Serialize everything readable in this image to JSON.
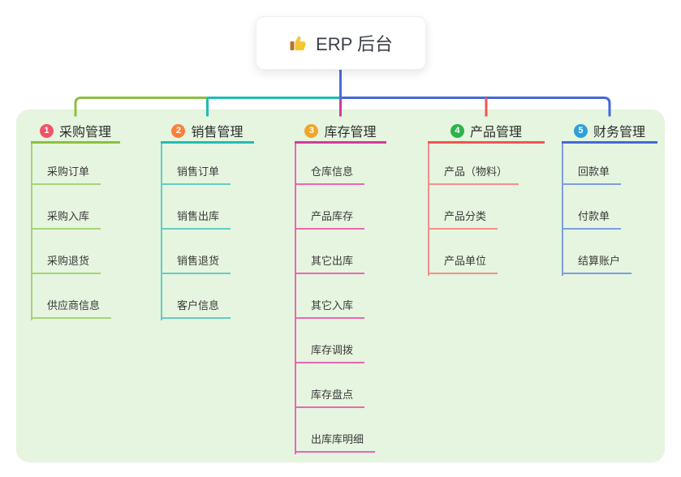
{
  "root": {
    "label": "ERP 后台",
    "icon": "thumbs-up-icon"
  },
  "canvas": {
    "background": "#ffffff",
    "panel_background": "#e5f5df",
    "stem_color": "#4c6bd6"
  },
  "branches": [
    {
      "number": "1",
      "label": "采购管理",
      "badge_color": "#f25268",
      "line_color": "#8cbf3f",
      "child_line_color": "#a6d378",
      "children": [
        "采购订单",
        "采购入库",
        "采购退货",
        "供应商信息"
      ]
    },
    {
      "number": "2",
      "label": "销售管理",
      "badge_color": "#f8823c",
      "line_color": "#22bdb0",
      "child_line_color": "#66ccc2",
      "children": [
        "销售订单",
        "销售出库",
        "销售退货",
        "客户信息"
      ]
    },
    {
      "number": "3",
      "label": "库存管理",
      "badge_color": "#f2a52c",
      "line_color": "#d43a9b",
      "child_line_color": "#ec66b4",
      "children": [
        "仓库信息",
        "产品库存",
        "其它出库",
        "其它入库",
        "库存调拨",
        "库存盘点",
        "出库库明细"
      ]
    },
    {
      "number": "4",
      "label": "产品管理",
      "badge_color": "#2eb34c",
      "line_color": "#f45352",
      "child_line_color": "#f68f8d",
      "children": [
        "产品（物料）",
        "产品分类",
        "产品单位"
      ]
    },
    {
      "number": "5",
      "label": "财务管理",
      "badge_color": "#2e9fdb",
      "line_color": "#4468d8",
      "child_line_color": "#7d9ce2",
      "children": [
        "回款单",
        "付款单",
        "结算账户"
      ]
    }
  ]
}
